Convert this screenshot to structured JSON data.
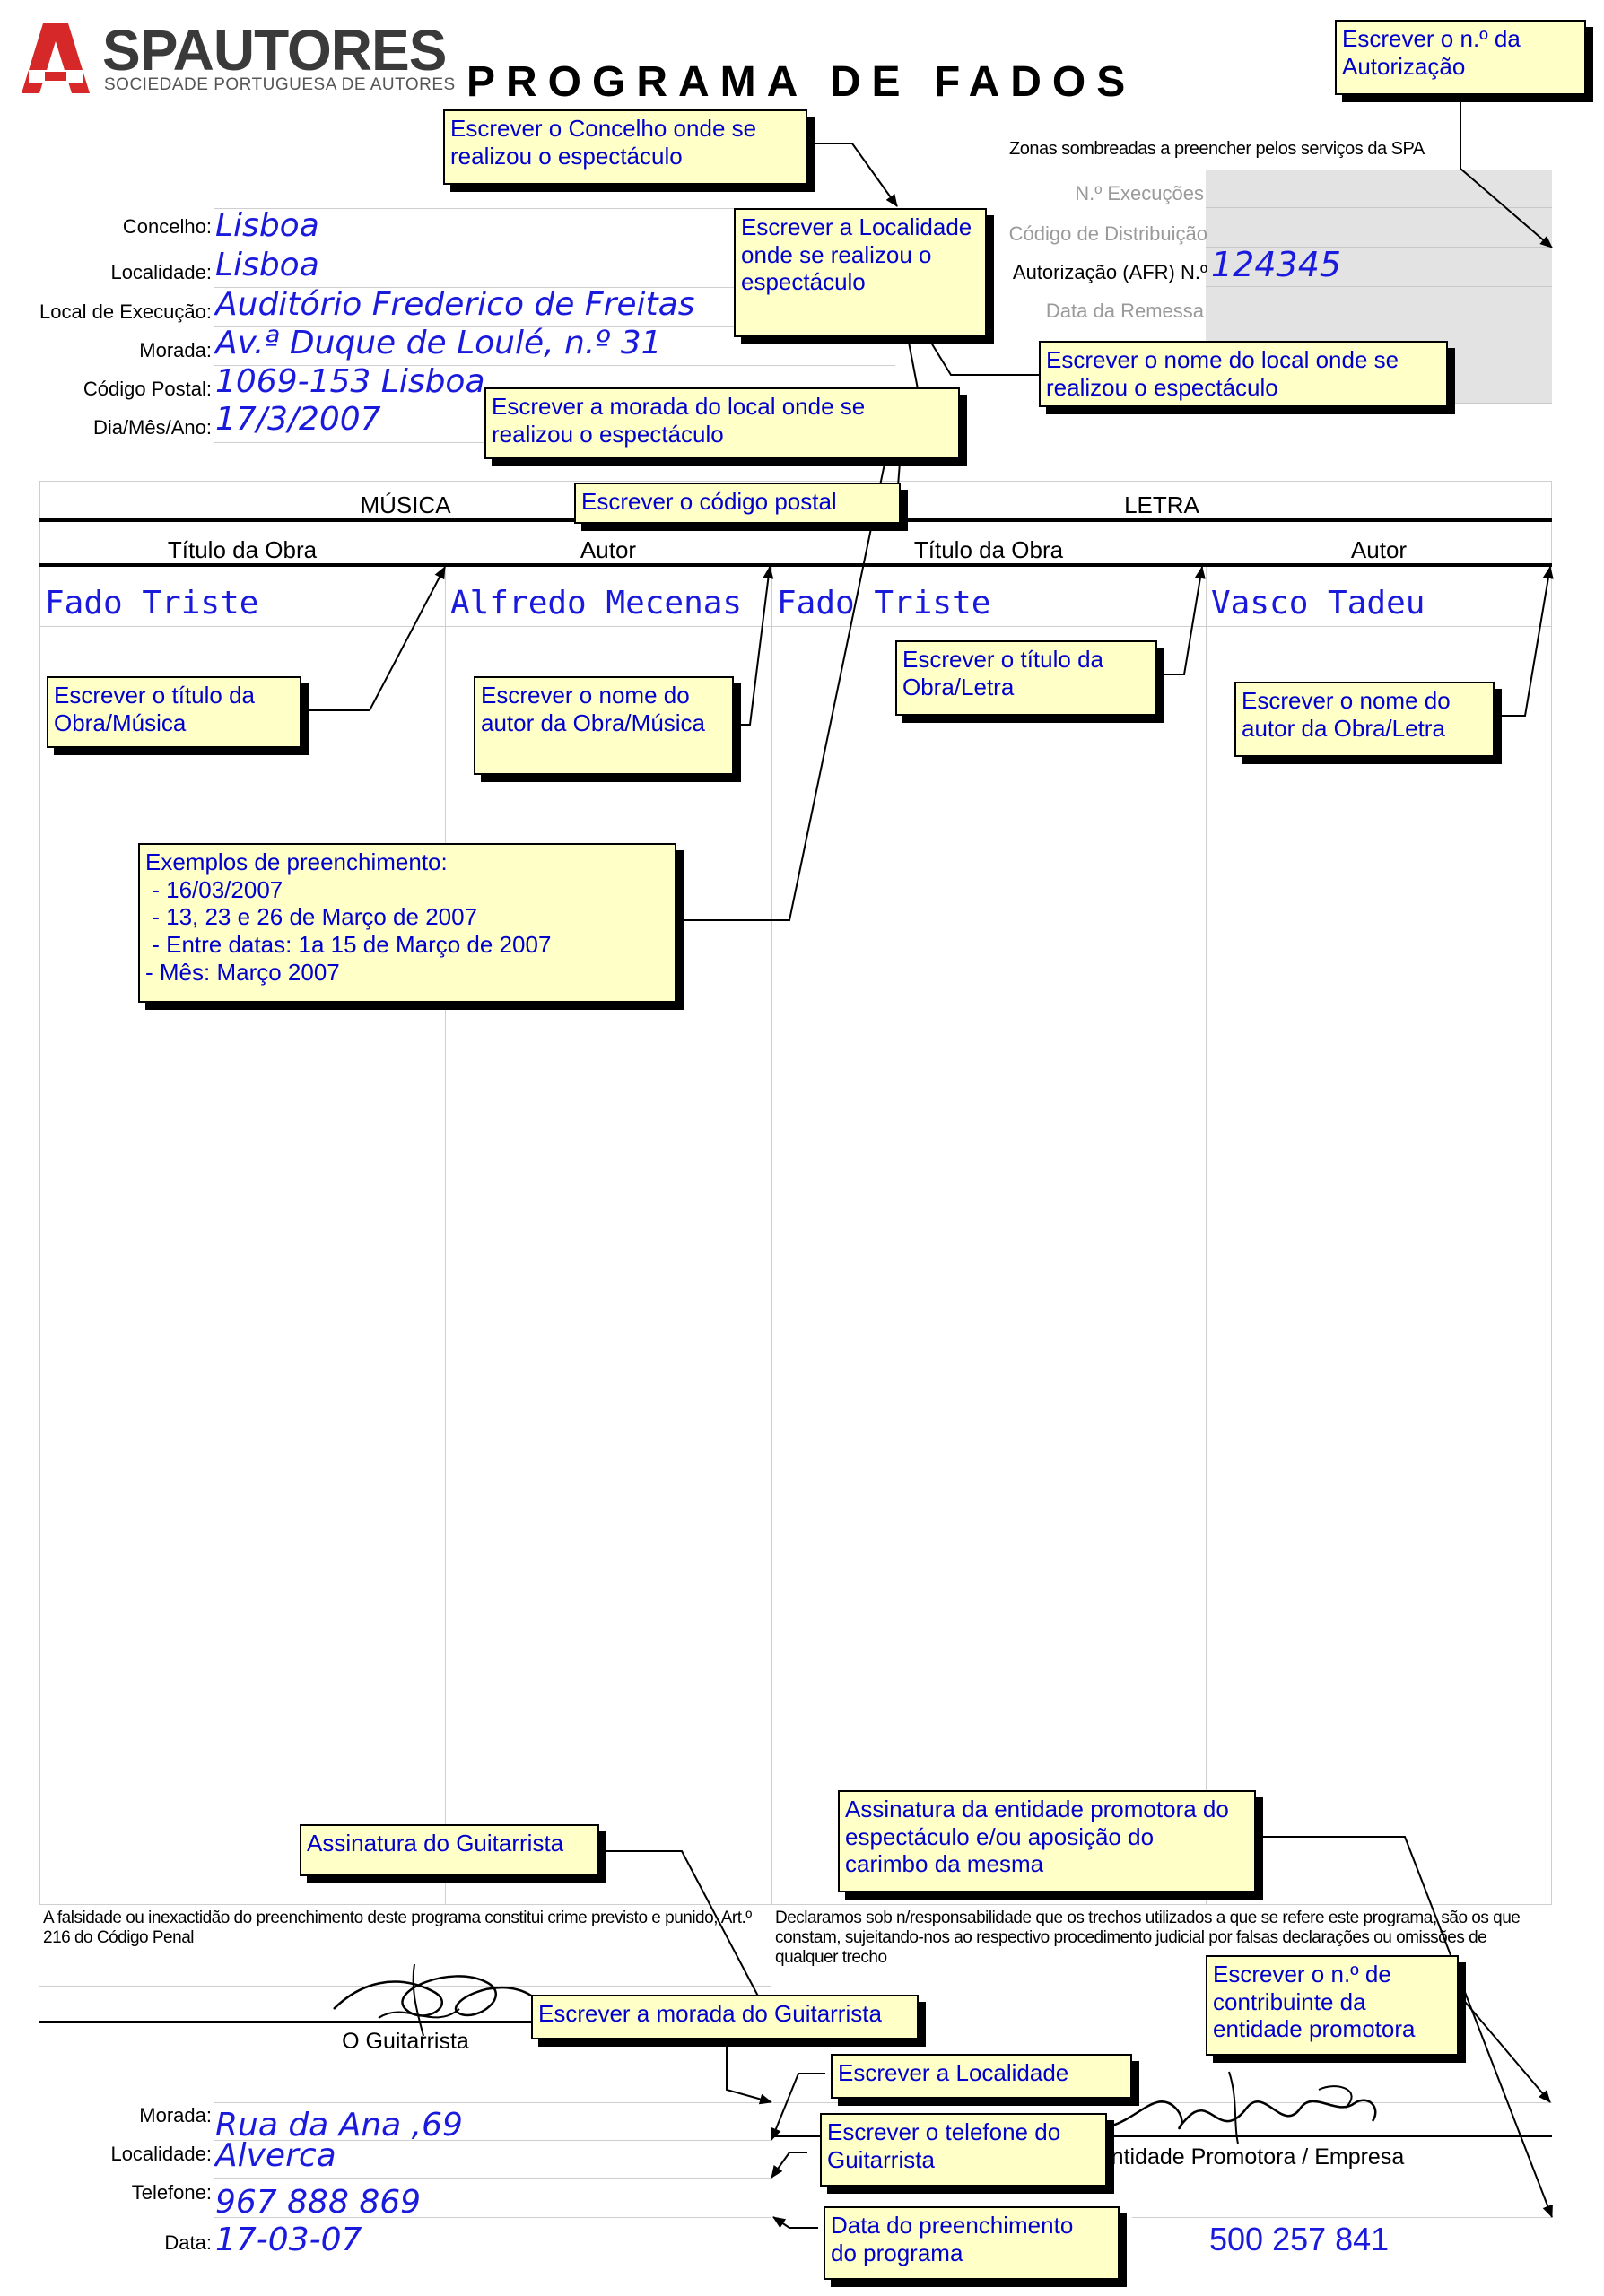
{
  "header": {
    "logo_text": "SPAUTORES",
    "logo_sub": "SOCIEDADE PORTUGUESA DE AUTORES",
    "title": "PROGRAMA DE FADOS",
    "spa_zone_note": "Zonas sombreadas a preencher pelos serviços da SPA",
    "brand_color": "#d62828"
  },
  "spa_fields": {
    "execucoes": "N.º Execuções",
    "codigo_distribuicao": "Código de Distribuição",
    "autorizacao": "Autorização (AFR)  N.º",
    "autorizacao_value": "124345",
    "data_remessa": "Data da Remessa"
  },
  "event": {
    "concelho_label": "Concelho:",
    "concelho": "Lisboa",
    "localidade_label": "Localidade:",
    "localidade": "Lisboa",
    "local_label": "Local de Execução:",
    "local": "Auditório Frederico de Freitas",
    "morada_label": "Morada:",
    "morada": "Av.ª Duque de Loulé, n.º 31",
    "codigo_postal_label": "Código Postal:",
    "codigo_postal": "1069-153 Lisboa",
    "data_label": "Dia/Mês/Ano:",
    "data": "17/3/2007"
  },
  "table": {
    "musica": "MÚSICA",
    "letra": "LETRA",
    "col_titulo": "Título da Obra",
    "col_autor": "Autor",
    "rows": [
      {
        "musica_titulo": "Fado Triste",
        "musica_autor": "Alfredo Mecenas",
        "letra_titulo": "Fado Triste",
        "letra_autor": "Vasco Tadeu"
      }
    ]
  },
  "footer": {
    "falsidade": "A falsidade ou inexactidão do preenchimento deste programa constitui crime previsto e punido, Art.º 216 do Código Penal",
    "declaracao": "Declaramos sob n/responsabilidade que os trechos utilizados a que se refere este programa, são os que constam, sujeitando-nos ao respectivo procedimento judicial por falsas declarações ou omissões de qualquer trecho",
    "guitarrista": "O Guitarrista",
    "entidade": "Entidade Promotora / Empresa",
    "morada_label": "Morada:",
    "morada": "Rua da Ana ,69",
    "localidade_label": "Localidade:",
    "localidade": "Alverca",
    "telefone_label": "Telefone:",
    "telefone": "967 888 869",
    "data_label": "Data:",
    "data": "17-03-07",
    "nif": "500 257 841"
  },
  "callouts": {
    "autorizacao": "Escrever o n.º da\nAutorização",
    "concelho": "Escrever o Concelho onde se\nrealizou o espectáculo",
    "localidade": "Escrever a Localidade\nonde se realizou o\nespectáculo",
    "local": "Escrever o nome do local onde se\nrealizou o espectáculo",
    "morada": "Escrever a morada do local onde se\nrealizou o espectáculo",
    "codigo_postal": "Escrever o código postal",
    "titulo_musica": "Escrever o título da\nObra/Música",
    "autor_musica": "Escrever o nome do\nautor da Obra/Música",
    "titulo_letra": "Escrever o título da\nObra/Letra",
    "autor_letra": "Escrever o nome do\nautor da Obra/Letra",
    "exemplos": "Exemplos de preenchimento:\n - 16/03/2007\n - 13, 23 e 26 de Março de 2007\n - Entre datas: 1a 15 de Março de 2007\n- Mês: Março 2007",
    "assinatura_guitarrista": "Assinatura do Guitarrista",
    "assinatura_entidade": "Assinatura da entidade promotora do\nespectáculo e/ou aposição do\ncarimbo da mesma",
    "morada_guitarrista": "Escrever a morada do Guitarrista",
    "contribuinte": "Escrever o n.º de\ncontribuinte da\nentidade promotora",
    "localidade_guit": "Escrever a Localidade",
    "telefone": "Escrever o telefone do\nGuitarrista",
    "data_preenchimento": "Data do preenchimento\ndo programa"
  }
}
